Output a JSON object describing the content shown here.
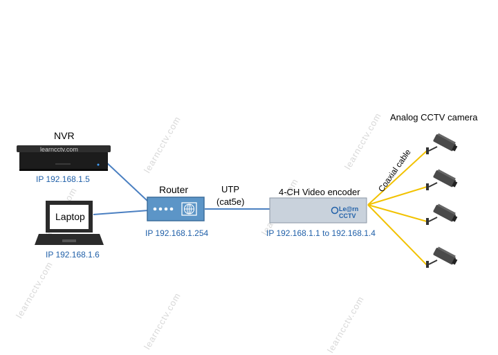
{
  "watermark": "learncctv.com",
  "nvr": {
    "title": "NVR",
    "screen_text": "learncctv.com",
    "ip": "IP 192.168.1.5"
  },
  "laptop": {
    "title": "Laptop",
    "ip": "IP 192.168.1.6"
  },
  "router": {
    "title": "Router",
    "ip": "IP 192.168.1.254"
  },
  "link": {
    "line1": "UTP",
    "line2": "(cat5e)"
  },
  "encoder": {
    "title": "4-CH Video encoder",
    "logo_line1": "Le@rn",
    "logo_line2": "CCTV",
    "ip": "IP 192.168.1.1 to 192.168.1.4"
  },
  "cable": {
    "label": "Coaxial cable"
  },
  "cameras": {
    "title": "Analog CCTV camera",
    "count": 4
  },
  "colors": {
    "ethernet": "#4a7fc1",
    "coax": "#f2c200",
    "router": "#5c95c7",
    "ip_text": "#1f5fa8",
    "nvr_body": "#1c1c1c"
  }
}
